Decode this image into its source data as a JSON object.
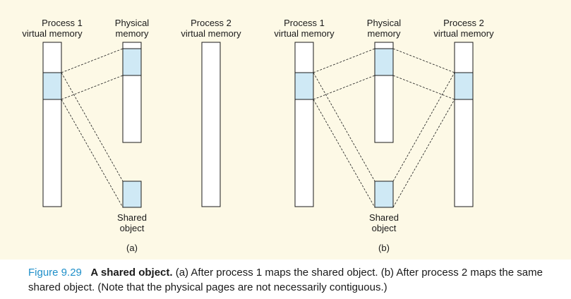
{
  "diagram": {
    "panel_a": {
      "process1_label": [
        "Process 1",
        "virtual memory"
      ],
      "physical_label": [
        "Physical",
        "memory"
      ],
      "process2_label": [
        "Process 2",
        "virtual memory"
      ],
      "shared_label": [
        "Shared",
        "object"
      ],
      "sublabel": "(a)"
    },
    "panel_b": {
      "process1_label": [
        "Process 1",
        "virtual memory"
      ],
      "physical_label": [
        "Physical",
        "memory"
      ],
      "process2_label": [
        "Process 2",
        "virtual memory"
      ],
      "shared_label": [
        "Shared",
        "object"
      ],
      "sublabel": "(b)"
    },
    "colors": {
      "background": "#fdf9e6",
      "region_fill": "#cfe9f5",
      "stroke": "#1a1a1a",
      "caption_accent": "#1f8fc9"
    }
  },
  "caption": {
    "figure_number": "Figure 9.29",
    "title": "A shared object.",
    "text": "(a) After process 1 maps the shared object. (b) After process 2 maps the same shared object. (Note that the physical pages are not necessarily contiguous.)"
  }
}
